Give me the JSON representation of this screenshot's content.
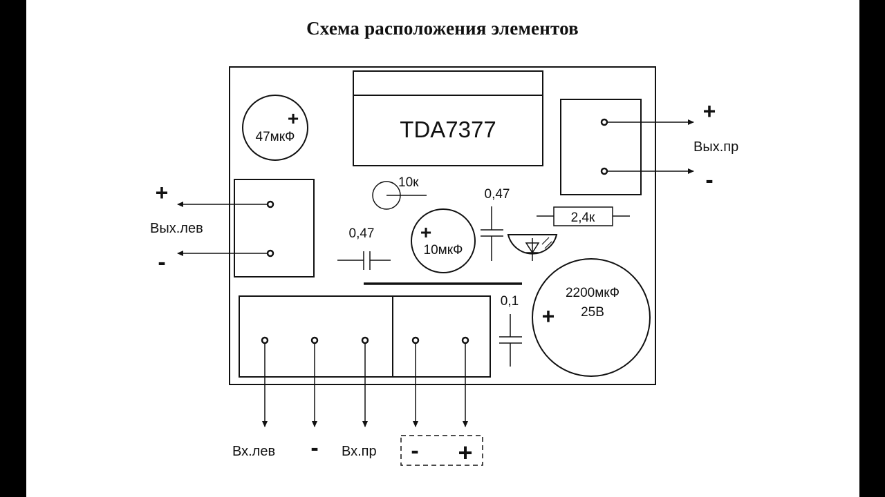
{
  "title": "Схема расположения элементов",
  "chip": {
    "label": "TDA7377"
  },
  "capacitors": {
    "c47": "47мкФ",
    "c10": "10мкФ",
    "c2200": "2200мкФ",
    "c2200_voltage": "25В",
    "c047_left": "0,47",
    "c047_right": "0,47",
    "c01": "0,1"
  },
  "resistors": {
    "r10k": "10к",
    "r24k": "2,4к"
  },
  "outputs": {
    "right_label": "Вых.пр",
    "left_label": "Вых.лев"
  },
  "inputs": {
    "left_label": "Вх.лев",
    "minus_label": "-",
    "right_label": "Вх.пр"
  },
  "signs": {
    "plus": "+",
    "minus": "-"
  },
  "colors": {
    "ink": "#111111",
    "paper": "#ffffff",
    "background": "#000000"
  }
}
